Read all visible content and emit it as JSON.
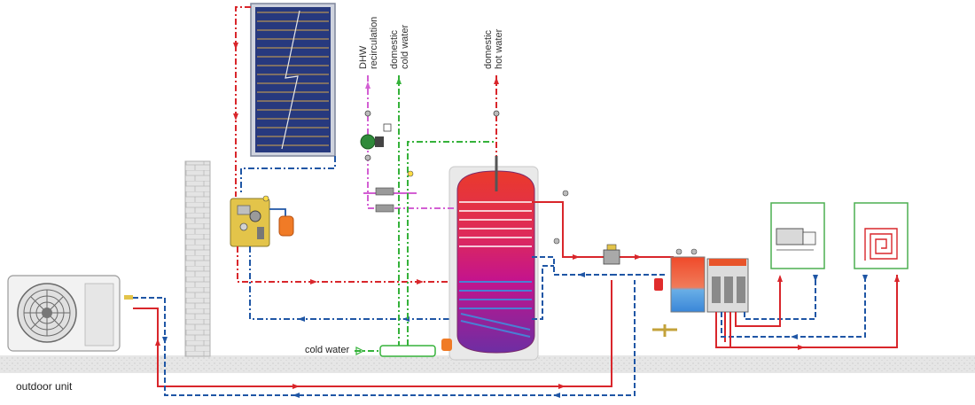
{
  "labels": {
    "dhw_recirculation": [
      "DHW",
      "recirculation"
    ],
    "domestic_cold_water": [
      "domestic",
      "cold water"
    ],
    "domestic_hot_water": [
      "domestic",
      "hot water"
    ],
    "cold_water": "cold water",
    "outdoor_unit": "outdoor unit"
  },
  "colors": {
    "hot": "#d9262b",
    "cold": "#1f56a5",
    "solar_red": "#d9262b",
    "recirc": "#d35fd3",
    "dcw": "#35b23a",
    "tank_top": "#e8332c",
    "tank_mid": "#c3148c",
    "tank_bottom": "#6f2fa0",
    "ground": "#e2e2e2",
    "panel": "#27397e",
    "wall": "#dcdcdc",
    "brass": "#e3c44a",
    "expansion": "#f07b26"
  },
  "icons": [
    "solar-collector-icon",
    "heat-pump-outdoor-unit-icon",
    "brick-wall-icon",
    "solar-pump-station-icon",
    "expansion-vessel-icon",
    "storage-tank-icon",
    "circulation-pump-icon",
    "hydraulic-module-icon",
    "distribution-manifold-icon",
    "radiator-room-icon",
    "underfloor-heating-room-icon",
    "three-way-valve-icon"
  ]
}
